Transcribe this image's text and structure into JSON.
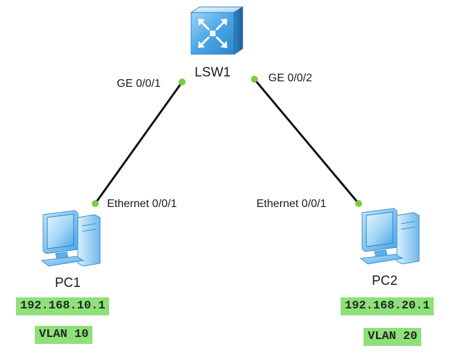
{
  "colors": {
    "link": "#111111",
    "port_dot": "#7ccd3c",
    "badge_background": "#8fe07a",
    "icon_blue": "#4aa6e6"
  },
  "devices": {
    "switch": {
      "name": "LSW1",
      "icon": "switch-icon"
    },
    "pc1": {
      "name": "PC1",
      "icon": "computer-icon",
      "ip": "192.168.10.1",
      "vlan": "VLAN 10"
    },
    "pc2": {
      "name": "PC2",
      "icon": "computer-icon",
      "ip": "192.168.20.1",
      "vlan": "VLAN 20"
    }
  },
  "links": {
    "left": {
      "switch_port": "GE 0/0/1",
      "pc_port": "Ethernet 0/0/1"
    },
    "right": {
      "switch_port": "GE 0/0/2",
      "pc_port": "Ethernet 0/0/1"
    }
  }
}
